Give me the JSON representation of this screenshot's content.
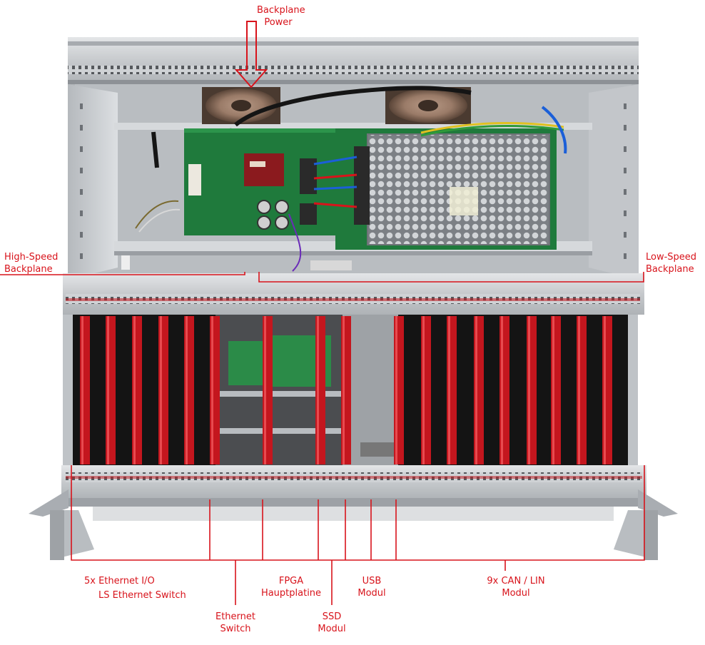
{
  "labels": {
    "backplane_power": [
      "Backplane",
      "Power"
    ],
    "high_speed": [
      "High-Speed",
      "Backplane"
    ],
    "low_speed": [
      "Low-Speed",
      "Backplane"
    ],
    "ethernet_io": "5x Ethernet I/O",
    "ls_ethernet_switch": "LS Ethernet Switch",
    "ethernet_switch": [
      "Ethernet",
      "Switch"
    ],
    "fpga": [
      "FPGA",
      "Hauptplatine"
    ],
    "ssd": [
      "SSD",
      "Modul"
    ],
    "usb": [
      "USB",
      "Modul"
    ],
    "can_lin": [
      "9x CAN / LIN",
      "Modul"
    ]
  },
  "colors": {
    "annotation": "#d8131b",
    "card_guide": "#c4161e",
    "chassis": "#c9cccf",
    "pcb": "#1f7a3c",
    "background": "#ffffff"
  }
}
